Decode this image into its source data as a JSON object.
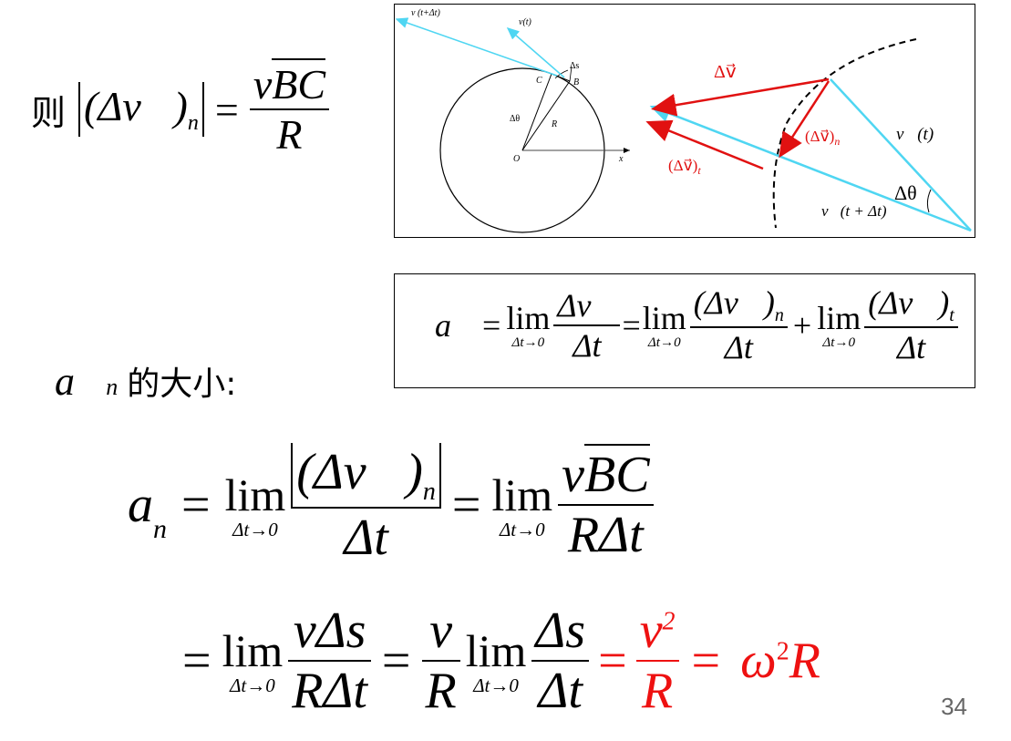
{
  "slide": {
    "page_number": "34",
    "ze": "则",
    "an_label": "的大小:",
    "colon": ":"
  },
  "line1": {
    "lhs_delta_v": "(Δv⃗)",
    "lhs_sub": "n",
    "eq": "=",
    "num": "vBC",
    "num_v": "v",
    "num_bc": "BC",
    "den": "R"
  },
  "boxed": {
    "a": "a⃗",
    "eq": "=",
    "lim": "lim",
    "lim_sub": "Δt→0",
    "num1": "Δv⃗",
    "den": "Δt",
    "num2": "(Δv⃗)",
    "num2_sub": "n",
    "plus": "+",
    "num3": "(Δv⃗)",
    "num3_sub": "t"
  },
  "an_row": {
    "a": "a⃗",
    "a_sub": "n"
  },
  "eq3": {
    "lhs": "a",
    "lhs_sub": "n",
    "eq": "=",
    "lim": "lim",
    "lim_sub": "Δt→0",
    "num1": "(Δv⃗)",
    "num1_sub": "n",
    "den1": "Δt",
    "num2_v": "v",
    "num2_bc": "BC",
    "den2": "RΔt"
  },
  "eq4": {
    "eq": "=",
    "lim": "lim",
    "lim_sub": "Δt→0",
    "num1": "vΔs",
    "den1": "RΔt",
    "num2": "v",
    "den2": "R",
    "num3": "Δs",
    "den3": "Δt",
    "num4": "v",
    "num4_sup": "2",
    "den4": "R",
    "rhs": "ω",
    "rhs_sup": "2",
    "rhs_r": "R"
  },
  "figure": {
    "labels": {
      "v_t_dt": "v (t+Δt)",
      "v_t": "v(t)",
      "delta_s": "Δs",
      "C": "C",
      "B": "B",
      "delta_theta": "Δθ",
      "R": "R",
      "O": "O",
      "x": "x"
    },
    "vector_labels": {
      "delta_v": "Δv⃗",
      "delta_v_n": "(Δv⃗)",
      "n": "n",
      "delta_v_t": "(Δv⃗)",
      "t": "t",
      "v_t": "v⃗(t)",
      "v_t_dt": "v⃗(t + Δt)",
      "delta_theta": "Δθ"
    },
    "colors": {
      "cyan": "#4fd6f2",
      "red": "#e11111",
      "black": "#000000"
    }
  }
}
